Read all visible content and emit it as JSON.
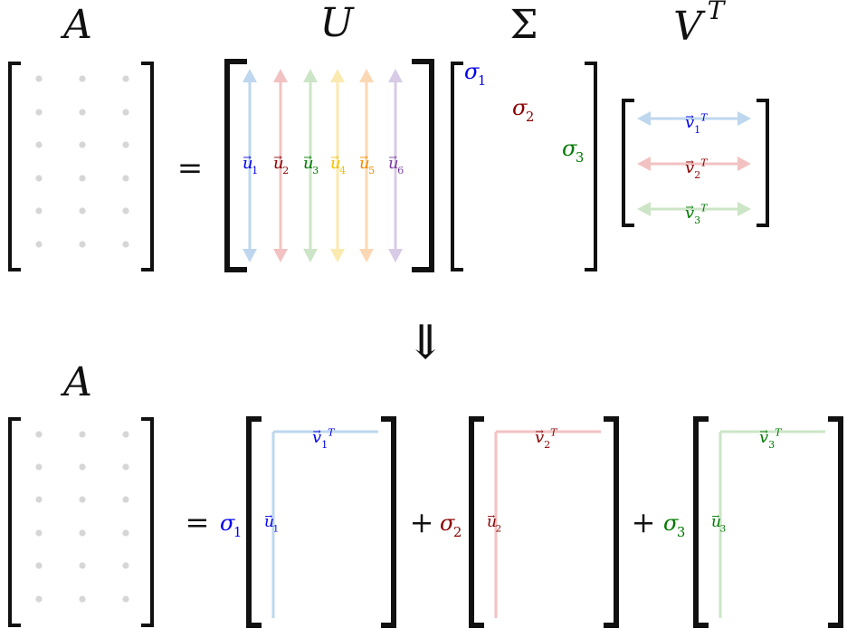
{
  "titles": {
    "A_top": "A",
    "U": "U",
    "Sigma": "Σ",
    "V": "V",
    "V_sup": "T",
    "A_bottom": "A"
  },
  "equals": "=",
  "plus": "+",
  "implies": "⇓",
  "sigma_symbol": "σ",
  "vec_marker": "→",
  "transpose": "T",
  "u_vectors": [
    {
      "letter": "u",
      "index": "1",
      "color": "#0000ee",
      "arrow_color": "#bed7ee"
    },
    {
      "letter": "u",
      "index": "2",
      "color": "#8b0000",
      "arrow_color": "#f2c2c2"
    },
    {
      "letter": "u",
      "index": "3",
      "color": "#007a00",
      "arrow_color": "#cce5c6"
    },
    {
      "letter": "u",
      "index": "4",
      "color": "#f0c000",
      "arrow_color": "#fbeab0"
    },
    {
      "letter": "u",
      "index": "5",
      "color": "#f08c00",
      "arrow_color": "#fbd8b3"
    },
    {
      "letter": "u",
      "index": "6",
      "color": "#7a3fa0",
      "arrow_color": "#d7cbe6"
    }
  ],
  "sigmas": [
    {
      "index": "1",
      "color": "#0000ee"
    },
    {
      "index": "2",
      "color": "#8b0000"
    },
    {
      "index": "3",
      "color": "#007a00"
    }
  ],
  "v_vectors": [
    {
      "letter": "v",
      "index": "1",
      "color": "#0000ee",
      "arrow_color": "#bed7ee"
    },
    {
      "letter": "v",
      "index": "2",
      "color": "#8b0000",
      "arrow_color": "#f2c2c2"
    },
    {
      "letter": "v",
      "index": "3",
      "color": "#007a00",
      "arrow_color": "#cce5c6"
    }
  ],
  "outer_products": [
    {
      "index": "1",
      "color": "#0000ee",
      "line_color": "#bed7ee"
    },
    {
      "index": "2",
      "color": "#8b0000",
      "line_color": "#f2c2c2"
    },
    {
      "index": "3",
      "color": "#007a00",
      "line_color": "#cce5c6"
    }
  ],
  "colors": {
    "bracket": "#111111",
    "dot": "#d6d6d6",
    "text": "#111111"
  }
}
